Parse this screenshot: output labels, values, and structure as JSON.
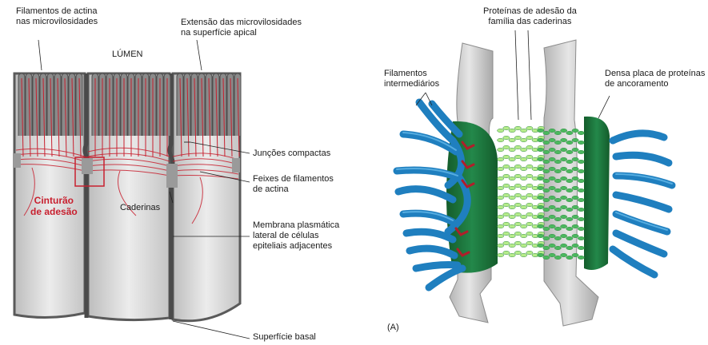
{
  "left_panel": {
    "labels": {
      "actin_microvilli": "Filamentos de actina\nnas microvilosidades",
      "lumen": "LÚMEN",
      "microvilli_extension": "Extensão das microvilosidades\nna superfície apical",
      "tight_junctions": "Junções compactas",
      "actin_bundles": "Feixes de filamentos\nde actina",
      "adhesion_belt": "Cinturão\nde adesão",
      "cadherins": "Caderinas",
      "plasma_membrane": "Membrana plasmática\nlateral de células\nepiteliais adjacentes",
      "basal_surface": "Superfície basal"
    }
  },
  "right_panel": {
    "labels": {
      "cadherin_proteins": "Proteínas de adesão da\nfamília das caderinas",
      "intermediate_filaments": "Filamentos\nintermediários",
      "anchoring_plaque": "Densa placa de proteínas\nde ancoramento",
      "panel_letter": "(A)"
    }
  },
  "colors": {
    "cell": "#dcdcdc",
    "cell_edge": "#5a5a5a",
    "actin": "#c8202f",
    "plaque": "#1e7a3c",
    "cadherin": "#8fd65a",
    "filament": "#1f7fbf",
    "membrane": "#c9c9c9"
  }
}
